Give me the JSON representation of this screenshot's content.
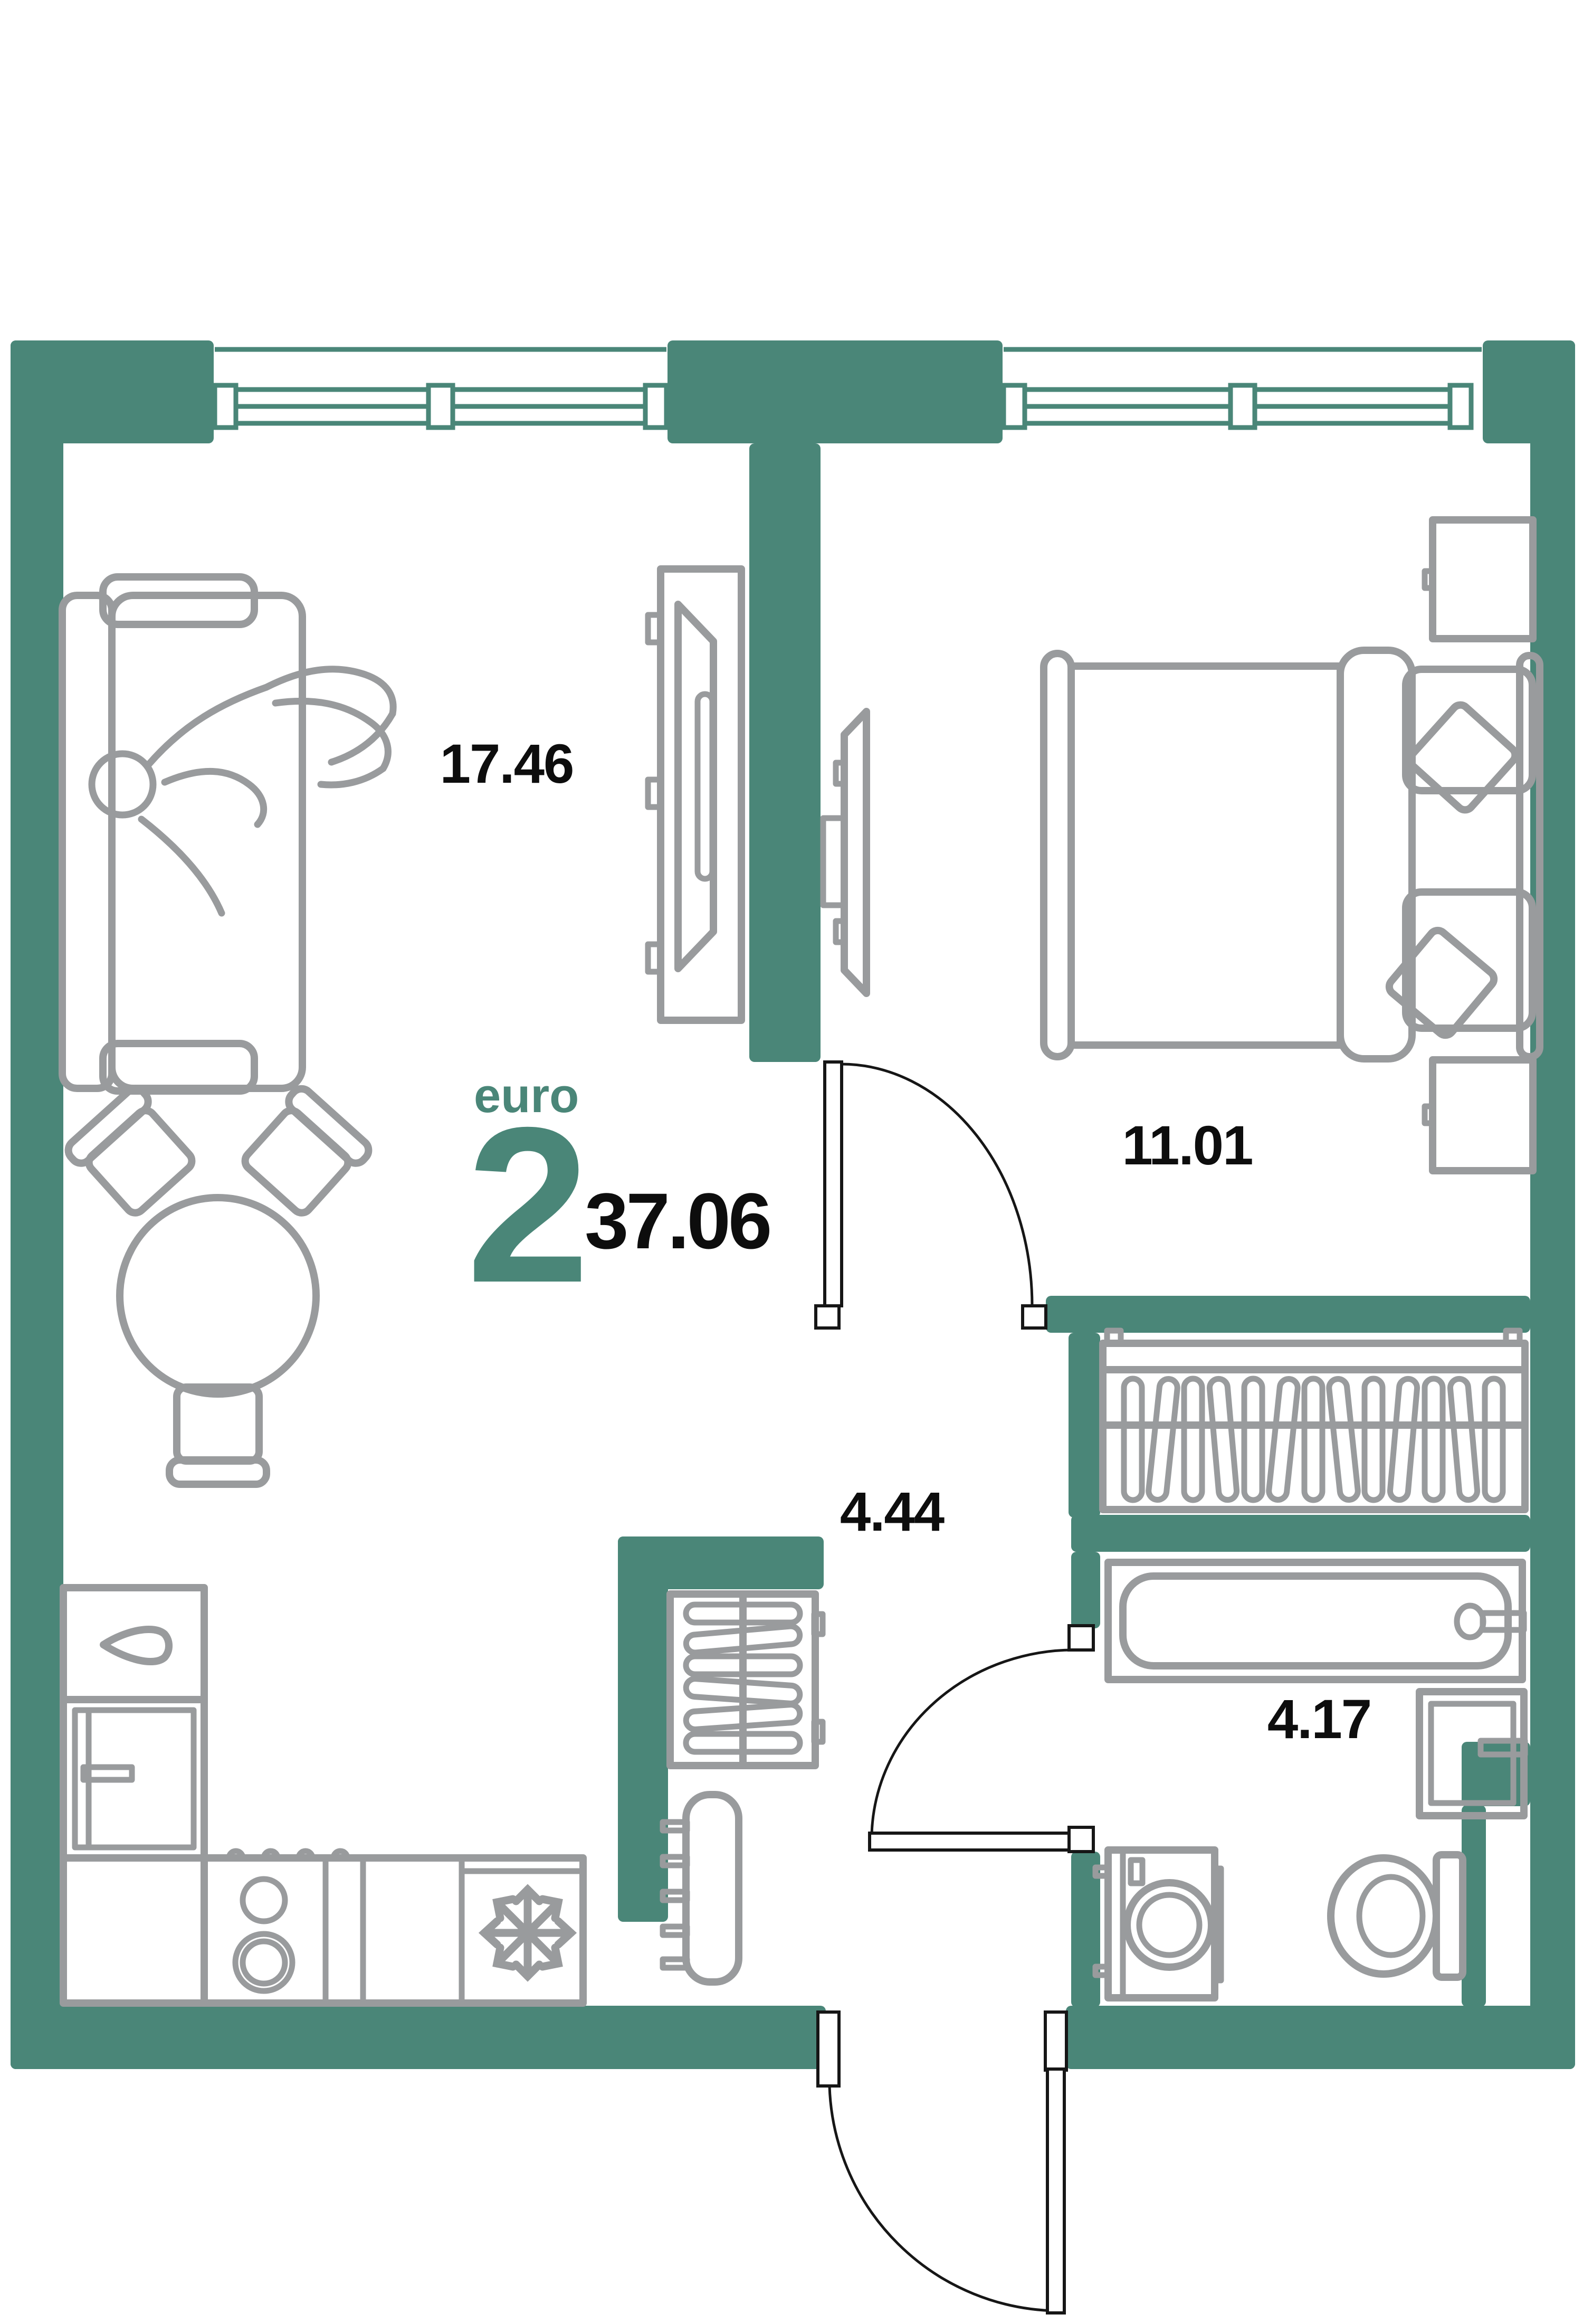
{
  "colors": {
    "wall": "#4A8678",
    "line": "#999B9D",
    "door": "#161616",
    "text": "#0D0D0D",
    "background": "#FFFFFF"
  },
  "summary": {
    "plan_type": "euro",
    "rooms_count": "2",
    "total_area": "37.06"
  },
  "rooms": [
    {
      "name": "living-kitchen",
      "area": "17.46"
    },
    {
      "name": "bedroom",
      "area": "11.01"
    },
    {
      "name": "hallway",
      "area": "4.44"
    },
    {
      "name": "bathroom",
      "area": "4.17"
    }
  ],
  "icons": [
    "snowflake-icon",
    "sink-drop-icon",
    "hob-burner-icon",
    "hanger-icon",
    "bathtub-icon",
    "toilet-icon",
    "washing-machine-icon",
    "sofa-icon",
    "bed-icon",
    "tv-icon",
    "table-icon",
    "chair-icon",
    "window-icon",
    "door-arc-icon"
  ]
}
